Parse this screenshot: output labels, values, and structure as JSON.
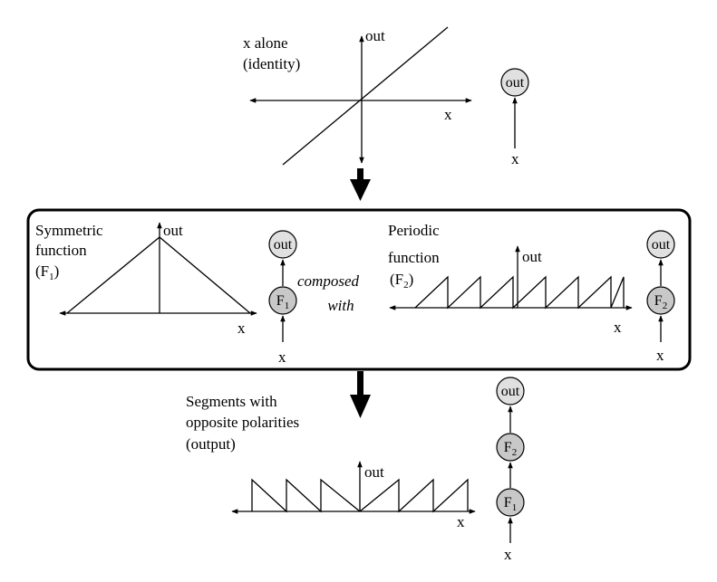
{
  "labels": {
    "identity_title_1": "x alone",
    "identity_title_2": "(identity)",
    "symmetric_title_1": "Symmetric",
    "symmetric_title_2": "function",
    "symmetric_title_3_pre": "(F",
    "symmetric_title_3_sub": "1",
    "symmetric_title_3_post": ")",
    "periodic_title_1": "Periodic",
    "periodic_title_2": "function",
    "periodic_title_3_pre": "(F",
    "periodic_title_3_sub": "2",
    "periodic_title_3_post": ")",
    "composed_1": "composed",
    "composed_2": "with",
    "output_title_1": "Segments with",
    "output_title_2": "opposite polarities",
    "output_title_3": "(output)",
    "axis_out": "out",
    "axis_x": "x"
  },
  "nodes": {
    "out": "out",
    "f_letter": "F",
    "f1_sub": "1",
    "f2_sub": "2",
    "input": "x"
  },
  "colors": {
    "node_out_fill": "#e0e0e0",
    "node_f_fill": "#c8c8c8",
    "line": "#000000"
  }
}
